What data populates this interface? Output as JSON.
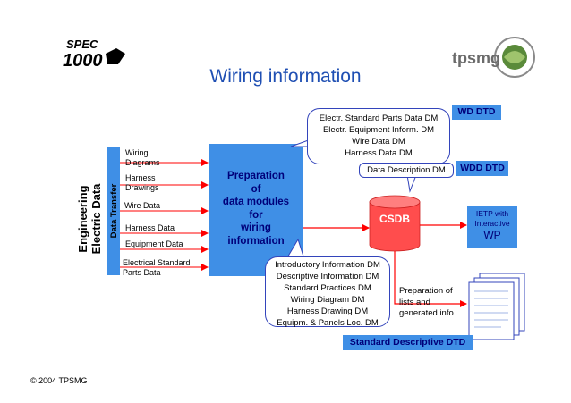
{
  "title": "Wiring information",
  "logos": {
    "left_text": "SPEC 1000D",
    "right_text": "tpsmg"
  },
  "side_label_line1": "Engineering",
  "side_label_line2": "Electric Data",
  "data_transfer_label": "Data Transfer",
  "inputs": [
    {
      "line1": "Wiring",
      "line2": "Diagrams"
    },
    {
      "line1": "Harness",
      "line2": "Drawings"
    },
    {
      "line1": "Wire Data",
      "line2": ""
    },
    {
      "line1": "Harness Data",
      "line2": ""
    },
    {
      "line1": "Equipment  Data",
      "line2": ""
    },
    {
      "line1": "Electrical Standard",
      "line2": "Parts Data"
    }
  ],
  "prep_box": [
    "Preparation",
    "of",
    "data modules",
    "for",
    "wiring",
    "information"
  ],
  "top_callout": [
    "Electr. Standard Parts Data DM",
    "Electr. Equipment Inform. DM",
    "Wire Data DM",
    "Harness Data DM"
  ],
  "wd_dtd": "WD DTD",
  "wdd_callout": "Data Description DM",
  "wdd_dtd": "WDD DTD",
  "csdb": "CSDB",
  "ietp": {
    "line1": "IETP with",
    "line2": "Interactive",
    "line3": "WP"
  },
  "bottom_callout": [
    "Introductory Information DM",
    "Descriptive Information DM",
    "Standard Practices DM",
    "Wiring Diagram DM",
    "Harness Drawing DM",
    "Equipm. & Panels Loc. DM"
  ],
  "std_dtd": "Standard Descriptive DTD",
  "prep_lists": [
    "Preparation of",
    "lists and",
    "generated info"
  ],
  "copyright": "© 2004 TPSMG",
  "colors": {
    "accent_blue": "#3f8fe6",
    "title_blue": "#1f4fb3",
    "arrow_red": "#ff0000",
    "csdb_red": "#ff4d4d",
    "text_navy": "#00007a"
  }
}
